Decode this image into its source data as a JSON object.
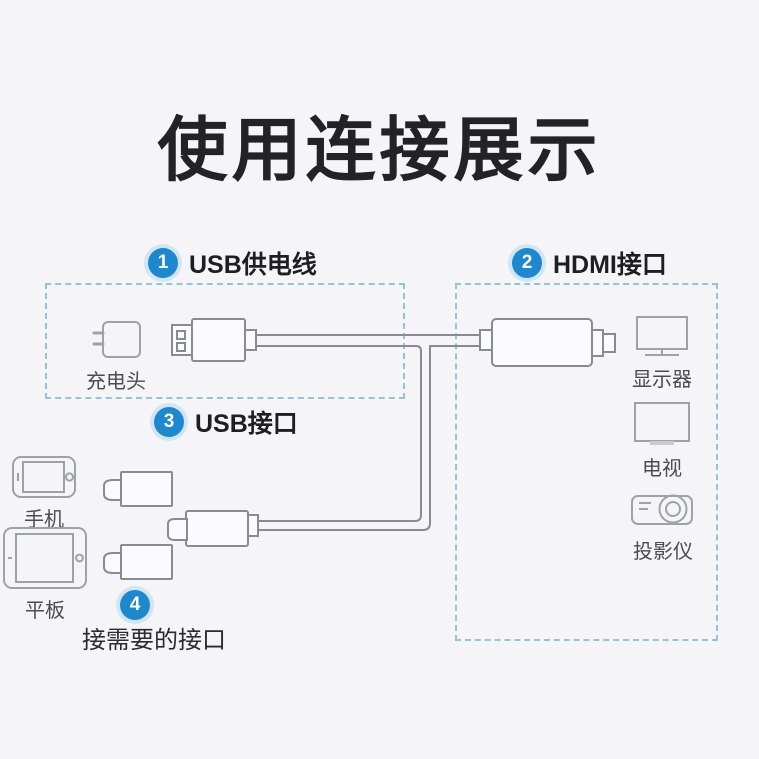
{
  "title": "使用连接展示",
  "steps": [
    {
      "num": "1",
      "label": "USB供电线"
    },
    {
      "num": "2",
      "label": "HDMI接口"
    },
    {
      "num": "3",
      "label": "USB接口"
    },
    {
      "num": "4",
      "label": "接需要的接口"
    }
  ],
  "devices": {
    "charger": "充电头",
    "phone": "手机",
    "tablet": "平板",
    "monitor": "显示器",
    "tv": "电视",
    "projector": "投影仪"
  },
  "colors": {
    "background": "#f5f5f8",
    "accent_blue": "#1e88ce",
    "badge_halo": "#bcdcf0",
    "dashed_border": "#92c5da",
    "connector_line": "#8a8a92",
    "device_icon_line": "#a0a0a8",
    "device_label_text": "#4b4b52",
    "title_text": "#232327"
  }
}
